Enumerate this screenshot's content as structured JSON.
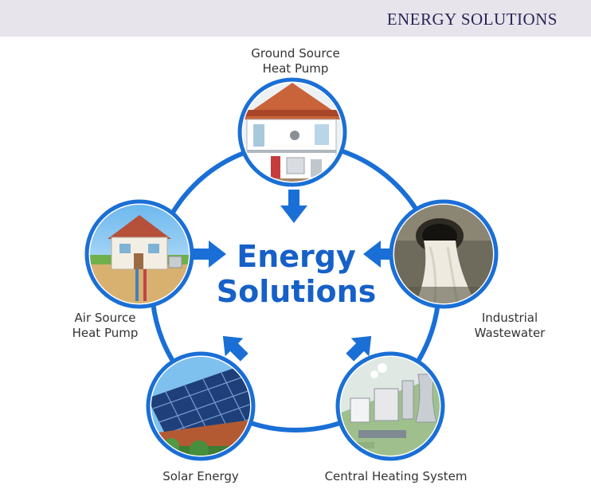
{
  "header": {
    "title": "ENERGY SOLUTIONS"
  },
  "center": {
    "line1": "Energy",
    "line2": "Solutions"
  },
  "nodes": {
    "ground_source": {
      "line1": "Ground Source",
      "line2": "Heat Pump"
    },
    "air_source": {
      "line1": "Air Source",
      "line2": "Heat Pump"
    },
    "industrial": {
      "line1": "Industrial",
      "line2": "Wastewater"
    },
    "solar": {
      "line1": "Solar Energy"
    },
    "central_heating": {
      "line1": "Central Heating System"
    }
  },
  "colors": {
    "accent": "#1a6fd6",
    "header_bg": "#e7e4ec",
    "header_text": "#2a2456"
  }
}
